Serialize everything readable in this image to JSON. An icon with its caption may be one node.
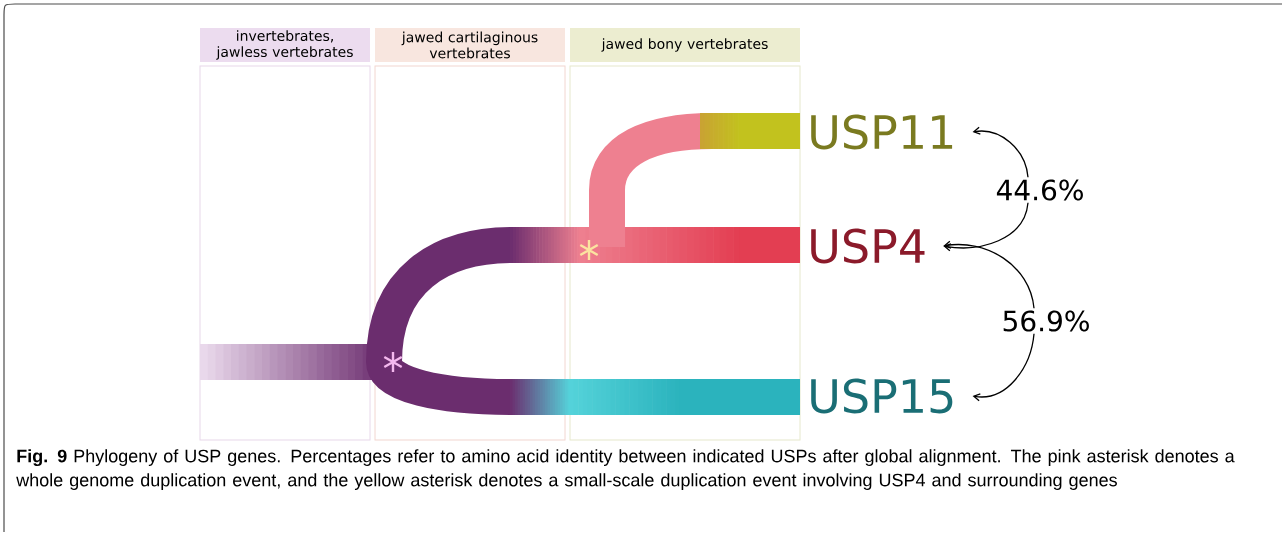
{
  "diagram": {
    "caption": "**Fig. 9** Phylogeny of USP genes. Percentages refer to amino acid identity between indicated USPs after global alignment. The pink asterisk denotes a whole genome duplication event, and the yellow asterisk denotes a small-scale duplication event involving USP4 and surrounding genes",
    "nodes": [
      {
        "text": [
          "invertebrates, jawless vertebrates"
        ]
      },
      {
        "text": [
          "jawed cartilaginous vertebrates"
        ]
      },
      {
        "text": [
          "jawed bony vertebrates"
        ]
      },
      {
        "text": [
          "USP11"
        ]
      },
      {
        "text": [
          "USP4"
        ]
      },
      {
        "text": [
          "USP15"
        ]
      },
      {
        "text": [
          "44.6%"
        ]
      },
      {
        "text": [
          "56.9%"
        ]
      }
    ],
    "edges": [
      {
        "from": 6,
        "to": 3,
        "arrow": "to"
      },
      {
        "from": 6,
        "to": 4,
        "arrow": "to"
      },
      {
        "from": 7,
        "to": 4,
        "arrow": "to"
      },
      {
        "from": 7,
        "to": 5,
        "arrow": "to"
      }
    ]
  }
}
